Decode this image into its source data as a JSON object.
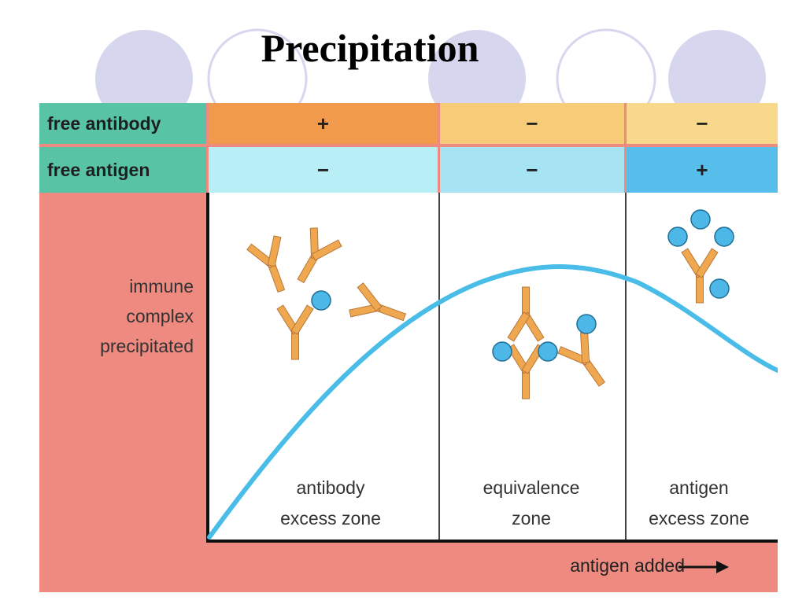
{
  "title": "Precipitation",
  "table": {
    "rows": [
      {
        "label": "free antibody",
        "values": [
          "+",
          "−",
          "−"
        ]
      },
      {
        "label": "free antigen",
        "values": [
          "−",
          "−",
          "+"
        ]
      }
    ]
  },
  "y_label": [
    "immune",
    "complex",
    "precipitated"
  ],
  "zones": [
    {
      "line1": "antibody",
      "line2": "excess zone"
    },
    {
      "line1": "equivalence",
      "line2": "zone"
    },
    {
      "line1": "antigen",
      "line2": "excess zone"
    }
  ],
  "x_label": "antigen added",
  "colors": {
    "figure_background": "#ee8a80",
    "header_label_cells": "#58c3a5",
    "antibody_row": [
      "#f29a4c",
      "#f6cc78",
      "#f8d98c"
    ],
    "antigen_row": [
      "#b8eef6",
      "#a6e4f4",
      "#57bdea"
    ],
    "curve": "#49bde8",
    "antibody": "#f0a850",
    "antigen": "#4db8e8",
    "slide_circles_filled": "#d6d6ee"
  }
}
